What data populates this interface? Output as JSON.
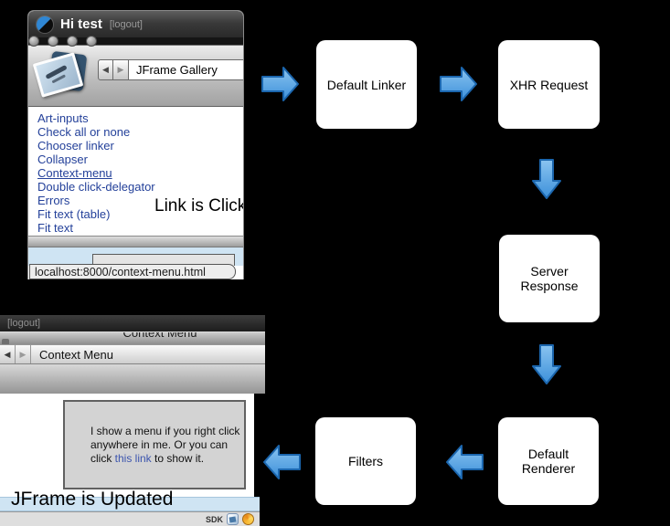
{
  "annotations": {
    "link_clicked": "Link is Clicked",
    "jframe_updated": "JFrame is Updated"
  },
  "flow": {
    "arrow_color": "#4a9fe0",
    "boxes": {
      "default_linker": "Default Linker",
      "xhr_request": "XHR Request",
      "server_response": "Server Response",
      "default_renderer": "Default Renderer",
      "filters": "Filters"
    }
  },
  "gallery_window": {
    "titlebar": {
      "title": "Hi test",
      "logout": "[logout]"
    },
    "toolbar": {
      "back": "◀",
      "forward": "▶",
      "field_value": "JFrame Gallery"
    },
    "link_color": "#24419a",
    "links": [
      "Art-inputs",
      "Check all or none",
      "Chooser linker",
      "Collapser",
      "Context-menu",
      "Double click-delegator",
      "Errors",
      "Fit text (table)",
      "Fit text"
    ],
    "active_link": "Context-menu",
    "status_url": "localhost:8000/context-menu.html"
  },
  "context_window": {
    "titlebar": {
      "logout": "[logout]",
      "window_title": "Context Menu"
    },
    "toolbar": {
      "back": "◀",
      "forward": "▶",
      "title": "Context Menu"
    },
    "message": {
      "text_before": "I show a menu if you right click anywhere in me. Or you can click ",
      "link_text": "this link",
      "text_after": " to show it."
    },
    "statusbar": {
      "sdk_label": "SDK"
    }
  }
}
